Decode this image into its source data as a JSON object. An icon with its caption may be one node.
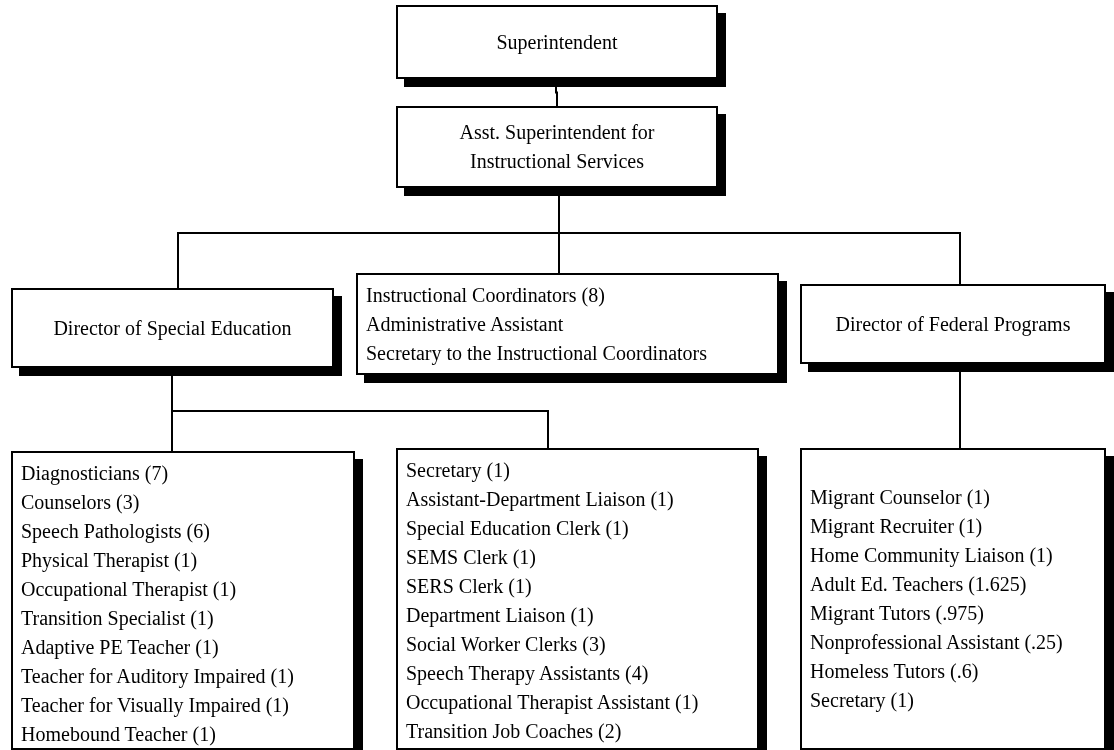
{
  "diagram": {
    "nodes": [
      {
        "text": [
          "Superintendent"
        ]
      },
      {
        "text": [
          "Asst. Superintendent for Instructional Services"
        ]
      },
      {
        "text": [
          "Director of Special Education"
        ]
      },
      {
        "text": [
          "Instructional Coordinators (8)",
          "Administrative Assistant",
          "Secretary to the Instructional Coordinators"
        ]
      },
      {
        "text": [
          "Director of Federal Programs"
        ]
      },
      {
        "text": [
          "Diagnosticians (7)",
          "Counselors (3)",
          "Speech Pathologists (6)",
          "Physical Therapist (1)",
          "Occupational Therapist (1)",
          "Transition Specialist (1)",
          "Adaptive PE Teacher (1)",
          "Teacher for Auditory Impaired (1)",
          "Teacher for Visually Impaired (1)",
          "Homebound Teacher (1)"
        ]
      },
      {
        "text": [
          "Secretary (1)",
          "Assistant-Department Liaison (1)",
          "Special Education Clerk (1)",
          "SEMS Clerk (1)",
          "SERS Clerk (1)",
          "Department Liaison (1)",
          "Social Worker Clerks (3)",
          "Speech Therapy Assistants (4)",
          "Occupational Therapist Assistant (1)",
          "Transition Job Coaches (2)"
        ]
      },
      {
        "text": [
          "Migrant Counselor (1)",
          "Migrant Recruiter (1)",
          "Home Community Liaison (1)",
          "Adult Ed. Teachers (1.625)",
          "Migrant Tutors (.975)",
          "Nonprofessional Assistant (.25)",
          "Homeless Tutors (.6)",
          "Secretary (1)"
        ]
      }
    ],
    "edges": [
      {
        "from": 0,
        "to": 1,
        "arrow": "none"
      },
      {
        "from": 1,
        "to": 2,
        "arrow": "none"
      },
      {
        "from": 1,
        "to": 3,
        "arrow": "none"
      },
      {
        "from": 1,
        "to": 4,
        "arrow": "none"
      },
      {
        "from": 2,
        "to": 5,
        "arrow": "none"
      },
      {
        "from": 2,
        "to": 6,
        "arrow": "none"
      },
      {
        "from": 4,
        "to": 7,
        "arrow": "none"
      }
    ]
  }
}
